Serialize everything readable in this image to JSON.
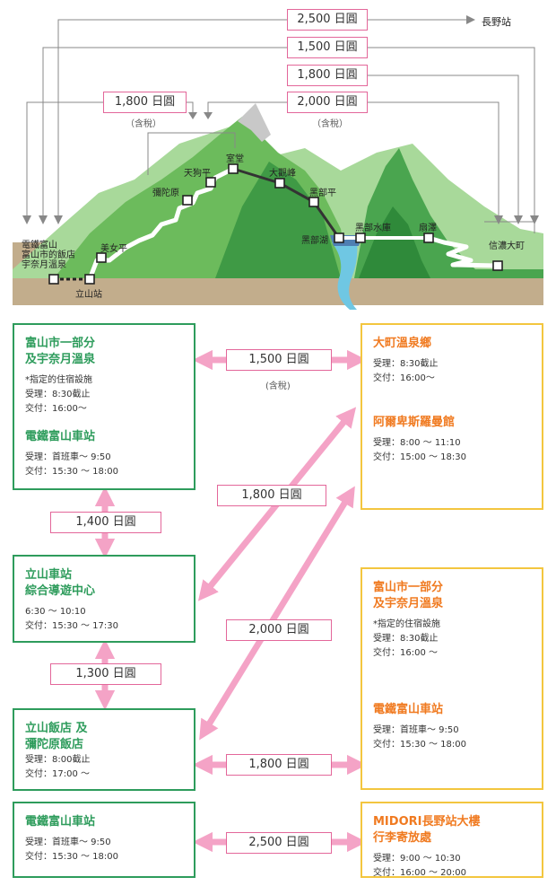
{
  "top_prices": {
    "p2500": "2,500 日圓",
    "p1500": "1,500 日圓",
    "p1800_right": "1,800 日圓",
    "p1800_left": "1,800 日圓",
    "p2000": "2,000 日圓",
    "note_left": "（含稅）",
    "note_right": "（含稅）",
    "nagano": "長野站"
  },
  "stations": {
    "dentetsu": "電鐵富山\n富山市的飯店\n宇奈月溫泉",
    "tateyama": "立山站",
    "bijodaira": "美女平",
    "midagahara": "彌陀原",
    "tengudaira": "天狗平",
    "murodo": "室堂",
    "daikanbo": "大觀峰",
    "kurobedaira": "黑部平",
    "kurobeko": "黑部湖",
    "kurobedam": "黑部水庫",
    "ogizawa": "扇澤",
    "shinano": "信濃大町"
  },
  "left_cards": [
    {
      "title1": "富山市一部分\n及宇奈月溫泉",
      "note": "*指定的住宿設施",
      "l1": "受理：8:30截止",
      "l2": "交付：16:00～",
      "title2": "電鐵富山車站",
      "l3": "受理：首班車～ 9:50",
      "l4": "交付：15:30 ～ 18:00"
    },
    {
      "title": "立山車站\n綜合導遊中心",
      "l1": "6:30 ～ 10:10",
      "l2": "交付：15:30 ～ 17:30"
    },
    {
      "title": "立山飯店 及\n彌陀原飯店",
      "l1": "受理：8:00截止",
      "l2": "交付：17:00 ～"
    },
    {
      "title": "電鐵富山車站",
      "l1": "受理：首班車～ 9:50",
      "l2": "交付：15:30 ～ 18:00"
    }
  ],
  "right_cards": [
    {
      "title1": "大町溫泉鄉",
      "l1": "受理：8:30截止",
      "l2": "交付：16:00～",
      "title2": "阿爾卑斯羅曼館",
      "l3": "受理：8:00 ～ 11:10",
      "l4": "交付：15:00 ～ 18:30"
    },
    {
      "title1": "富山市一部分\n及宇奈月溫泉",
      "note": "*指定的住宿設施",
      "l1": "受理：8:30截止",
      "l2": "交付：16:00 ～",
      "title2": "電鐵富山車站",
      "l3": "受理：首班車～ 9:50",
      "l4": "交付：15:30 ～ 18:00"
    },
    {
      "title": "MIDORI長野站大樓\n行李寄放處",
      "l1": "受理：9:00 ～ 10:30",
      "l2": "交付：16:00 ～ 20:00"
    }
  ],
  "connectors": {
    "c1500": "1,500 日圓",
    "c1500_note": "(含稅)",
    "c1800_diag": "1,800 日圓",
    "c1400": "1,400 日圓",
    "c2000_diag": "2,000 日圓",
    "c1300": "1,300 日圓",
    "c1800_row": "1,800 日圓",
    "c2500_row": "2,500 日圓"
  }
}
